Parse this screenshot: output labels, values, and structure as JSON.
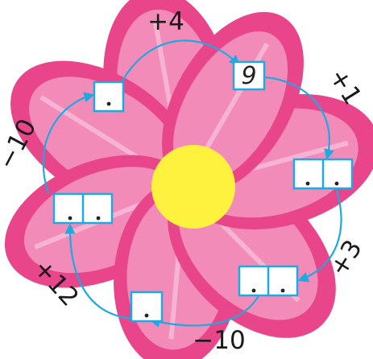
{
  "operations": {
    "plus4": "+4",
    "plus1": "+1",
    "plus3": "+3",
    "minus10_bottom": "−10",
    "plus12": "+12",
    "minus10_left": "−10"
  },
  "boxes": {
    "start_value": "9",
    "top_left": "",
    "right_mid_1": "",
    "right_mid_2": "",
    "lower_right_1": "",
    "lower_right_2": "",
    "bottom": "",
    "left_mid_1": "",
    "left_mid_2": ""
  },
  "colors": {
    "petal_dark": "#e8458b",
    "petal_light": "#f38bb8",
    "petal_stripe": "#f7b4d2",
    "center": "#fff23f",
    "box_border": "#1ea9e1",
    "arrow": "#1ea9e1"
  }
}
